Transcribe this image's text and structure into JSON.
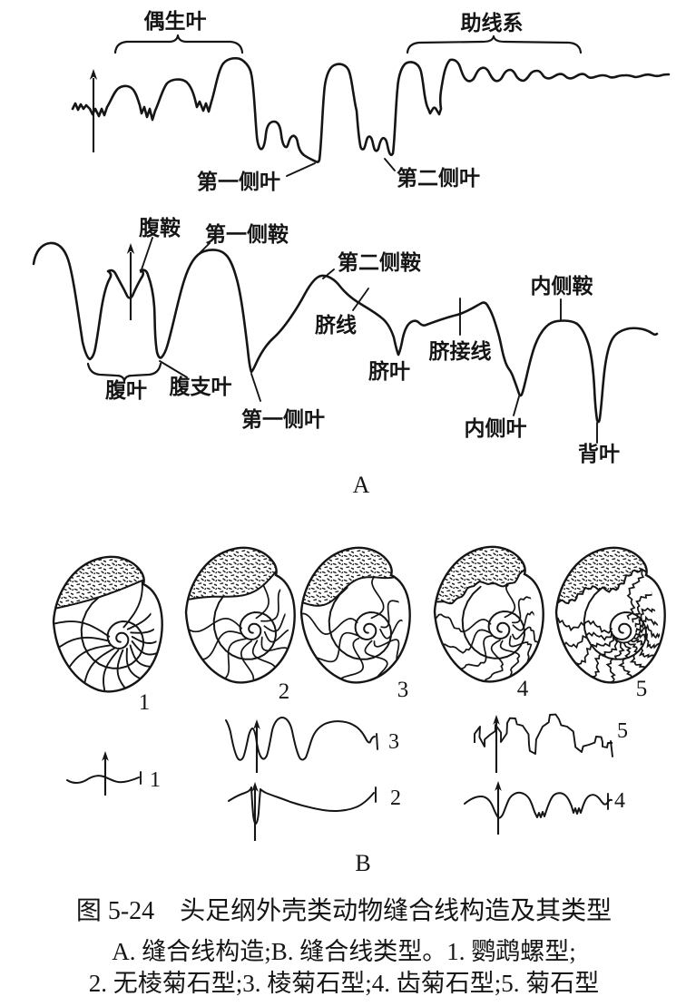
{
  "figure": {
    "section_labels": {
      "a": "A",
      "b": "B"
    },
    "caption": {
      "line1": "图 5-24　头足纲外壳类动物缝合线构造及其类型",
      "line2": "A. 缝合线构造;B. 缝合线类型。1. 鹦鹉螺型;",
      "line3": "2. 无棱菊石型;3. 棱菊石型;4. 齿菊石型;5. 菊石型"
    }
  },
  "suture_structure_labels": {
    "adventitious_lobes": "偶生叶",
    "auxiliary_series": "助线系",
    "first_lateral_lobe_upper": "第一侧叶",
    "second_lateral_lobe": "第二侧叶",
    "ventral_saddle": "腹鞍",
    "first_lateral_saddle": "第一侧鞍",
    "second_lateral_saddle": "第二侧鞍",
    "umbilical_line": "脐线",
    "umbilical_lobe": "脐叶",
    "umbilical_suture": "脐接线",
    "internal_saddle": "内侧鞍",
    "internal_lobe": "内侧叶",
    "dorsal_lobe": "背叶",
    "ventral_lobe": "腹叶",
    "ventral_branch_lobe": "腹支叶",
    "first_lateral_lobe_lower": "第一侧叶"
  },
  "suture_types": {
    "shell_numbers": [
      "1",
      "2",
      "3",
      "4",
      "5"
    ],
    "pattern_numbers": [
      "1",
      "2",
      "3",
      "4",
      "5"
    ]
  }
}
